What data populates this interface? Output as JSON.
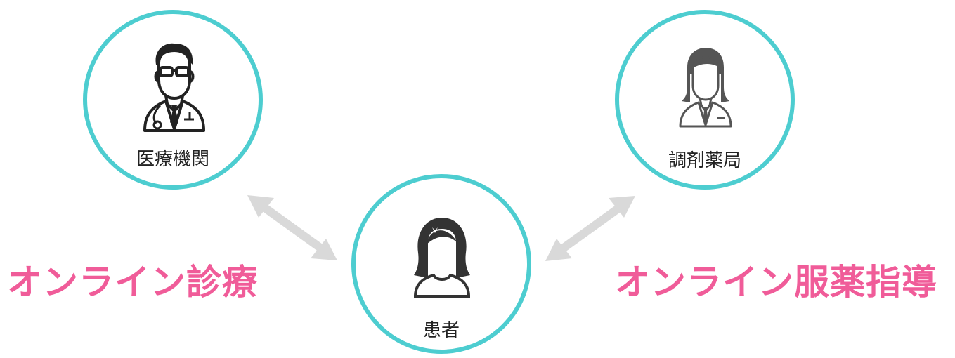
{
  "nodes": {
    "clinic": {
      "label": "医療機関",
      "icon": "doctor-icon"
    },
    "pharmacy": {
      "label": "調剤薬局",
      "icon": "pharmacist-icon"
    },
    "patient": {
      "label": "患者",
      "icon": "patient-icon"
    }
  },
  "captions": {
    "left": "オンライン診療",
    "right": "オンライン服薬指導"
  },
  "colors": {
    "circle_border": "#4dcdd0",
    "caption": "#f05c99",
    "arrow": "#d9d9d9",
    "icon": "#333333"
  }
}
